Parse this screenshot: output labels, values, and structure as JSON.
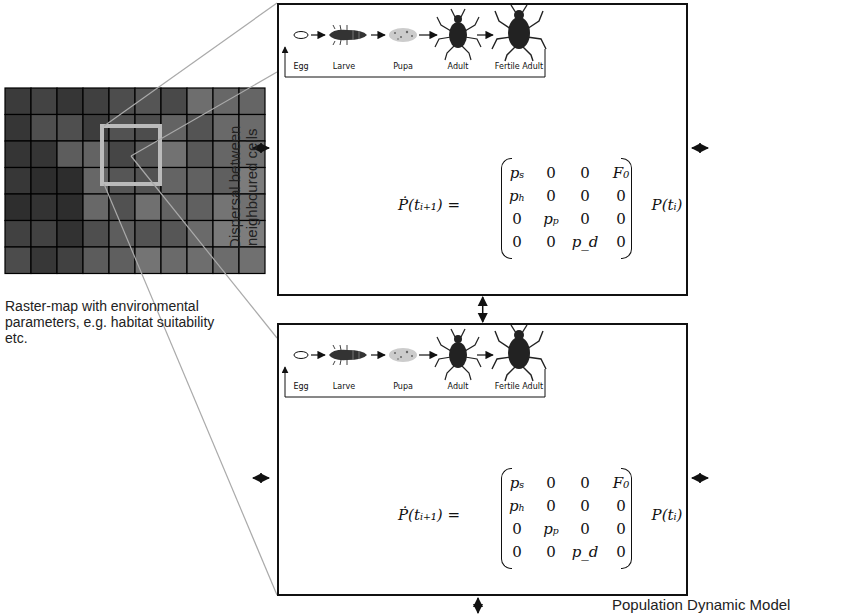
{
  "diagram": {
    "nodes": [
      {
        "text": [
          "Egg",
          "Larve",
          "Pupa",
          "Adult",
          "Fertile Adult",
          "Ṗ(tᵢ₊₁) =",
          "pₛ",
          "0",
          "0",
          "F₀",
          "pₕ",
          "0",
          "0",
          "0",
          "0",
          "pₚ",
          "0",
          "0",
          "0",
          "0",
          "p_d",
          "0",
          "P(tᵢ)"
        ]
      },
      {
        "text": [
          "Egg",
          "Larve",
          "Pupa",
          "Adult",
          "Fertile Adult",
          "Ṗ(tᵢ₊₁) =",
          "pₛ",
          "0",
          "0",
          "F₀",
          "pₕ",
          "0",
          "0",
          "0",
          "0",
          "pₚ",
          "0",
          "0",
          "0",
          "0",
          "p_d",
          "0",
          "P(tᵢ)"
        ]
      }
    ],
    "edges": [
      {
        "from": 0,
        "to": 1,
        "arrow": "both"
      }
    ],
    "labels": [
      "Raster-map with environmental parameters, e.g. habitat suitability etc.",
      "Dispersal between neighboured cells",
      "Population Dynamic Model"
    ]
  }
}
